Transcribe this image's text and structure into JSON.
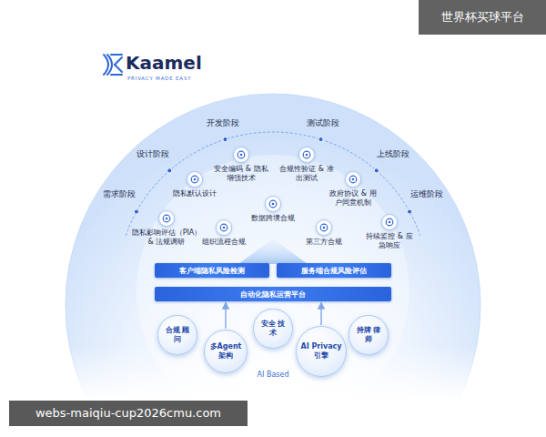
{
  "diagram": {
    "nodes": [
      {
        "text": [
          "安全编码 & 隐私增强技术"
        ]
      },
      {
        "text": [
          "合规性验证 & 准出测试"
        ]
      },
      {
        "text": [
          "隐私默认设计"
        ]
      },
      {
        "text": [
          "政府协议 & 用户同意机制"
        ]
      },
      {
        "text": [
          "数据跨境合规"
        ]
      },
      {
        "text": [
          "隐私影响评估（PIA） & 法规调研"
        ]
      },
      {
        "text": [
          "组织流程合规"
        ]
      },
      {
        "text": [
          "第三方合规"
        ]
      },
      {
        "text": [
          "持续监控 & 应急响应"
        ]
      },
      {
        "text": [
          "客户端隐私风险检测"
        ]
      },
      {
        "text": [
          "服务端合规风险评估"
        ]
      },
      {
        "text": [
          "自动化隐私运营平台"
        ]
      },
      {
        "text": [
          "合规 顾问"
        ]
      },
      {
        "text": [
          "安全 技术"
        ]
      },
      {
        "text": [
          "多Agent 架构"
        ]
      },
      {
        "text": [
          "AI Privacy 引擎"
        ]
      },
      {
        "text": [
          "持牌 律师"
        ]
      }
    ],
    "edges": [
      {
        "from": 14,
        "to": 11,
        "arrow": "to"
      },
      {
        "from": 15,
        "to": 11,
        "arrow": "to"
      }
    ],
    "labels": [
      "Kaamel",
      "PRIVACY MADE EASY",
      "开发阶段",
      "测试阶段",
      "设计阶段",
      "上线阶段",
      "需求阶段",
      "运维阶段",
      "AI Based",
      "世界杯买球平台",
      "webs-maiqiu-cup2026cmu.com"
    ]
  }
}
